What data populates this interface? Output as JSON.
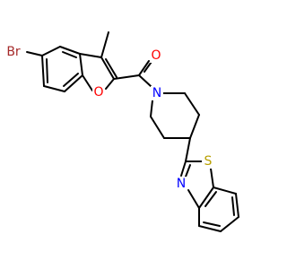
{
  "molecule": {
    "atoms": [
      {
        "id": "br",
        "label": "Br",
        "color": "#a52a2a"
      },
      {
        "id": "o_carbonyl",
        "label": "O",
        "color": "#ff0000"
      },
      {
        "id": "o_ring",
        "label": "O",
        "color": "#ff0000"
      },
      {
        "id": "n_pip",
        "label": "N",
        "color": "#0000ff"
      },
      {
        "id": "s_thz",
        "label": "S",
        "color": "#b8a000"
      },
      {
        "id": "n_thz",
        "label": "N",
        "color": "#0000ff"
      }
    ]
  }
}
